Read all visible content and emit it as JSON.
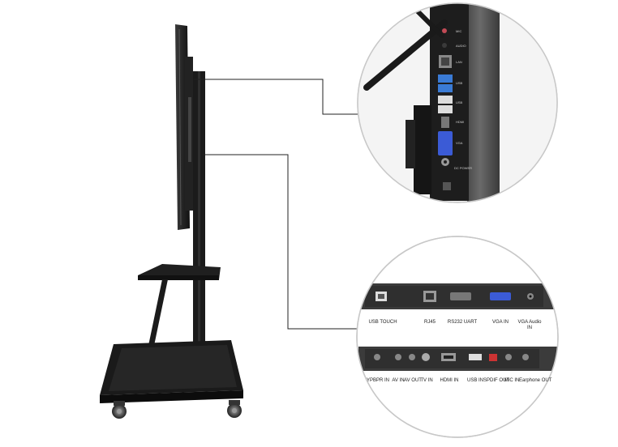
{
  "panel_top_labels": [
    "MIC",
    "AUDIO",
    "LAN",
    "USB",
    "USB",
    "HDMI",
    "VGA",
    "DC POWER"
  ],
  "panel_bottom_row1": [
    "USB TOUCH",
    "RJ45",
    "RS232 UART",
    "VGA IN",
    "VGA Audio IN"
  ],
  "panel_bottom_row2": [
    "YPBPR IN",
    "AV IN",
    "AV OUT",
    "TV IN",
    "HDMI IN",
    "USB IN",
    "SPDIF OUT",
    "MIC IN",
    "Earphone OUT"
  ],
  "colors": {
    "background": "#ffffff",
    "stand": "#1b1b1b",
    "panel_dark": "#2b2b2b",
    "callout_line": "#222222",
    "usb3_blue": "#3a7bd5",
    "vga_blue": "#3b5bd6"
  }
}
